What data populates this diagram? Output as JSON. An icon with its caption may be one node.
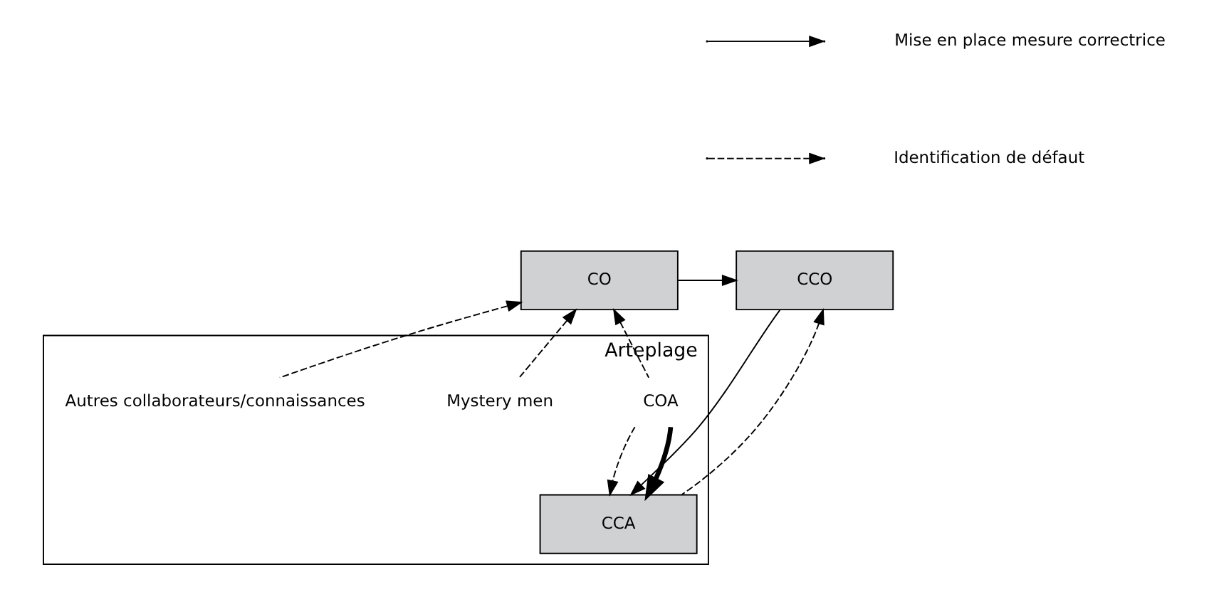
{
  "diagram": {
    "nodes": [
      {
        "text": [
          "CO"
        ]
      },
      {
        "text": [
          "CCO"
        ]
      },
      {
        "text": [
          "Arteplage"
        ]
      },
      {
        "text": [
          "COA"
        ],
        "in": 2
      },
      {
        "text": [
          "CCA"
        ],
        "in": 2
      },
      {
        "text": [
          "Mystery men"
        ],
        "in": 2
      },
      {
        "text": [
          "Autres collaborateurs/connaissances"
        ],
        "in": 2
      }
    ],
    "edges": [
      {
        "from": 0,
        "to": 1,
        "arrow": "to"
      },
      {
        "from": 1,
        "to": 4,
        "arrow": "to"
      },
      {
        "from": 4,
        "to": 1,
        "arrow": "to",
        "style": "dashed"
      },
      {
        "from": 3,
        "to": 4,
        "arrow": "to",
        "style": "dashed"
      },
      {
        "from": 3,
        "to": 4,
        "arrow": "to",
        "style": "thick"
      },
      {
        "from": 3,
        "to": 0,
        "arrow": "to",
        "style": "dashed"
      },
      {
        "from": 5,
        "to": 0,
        "arrow": "to",
        "style": "dashed"
      },
      {
        "from": 6,
        "to": 0,
        "arrow": "to",
        "style": "dashed"
      }
    ],
    "legend": [
      {
        "text": "Mise en place mesure correctrice"
      },
      {
        "text": "Identification de défaut"
      }
    ]
  }
}
